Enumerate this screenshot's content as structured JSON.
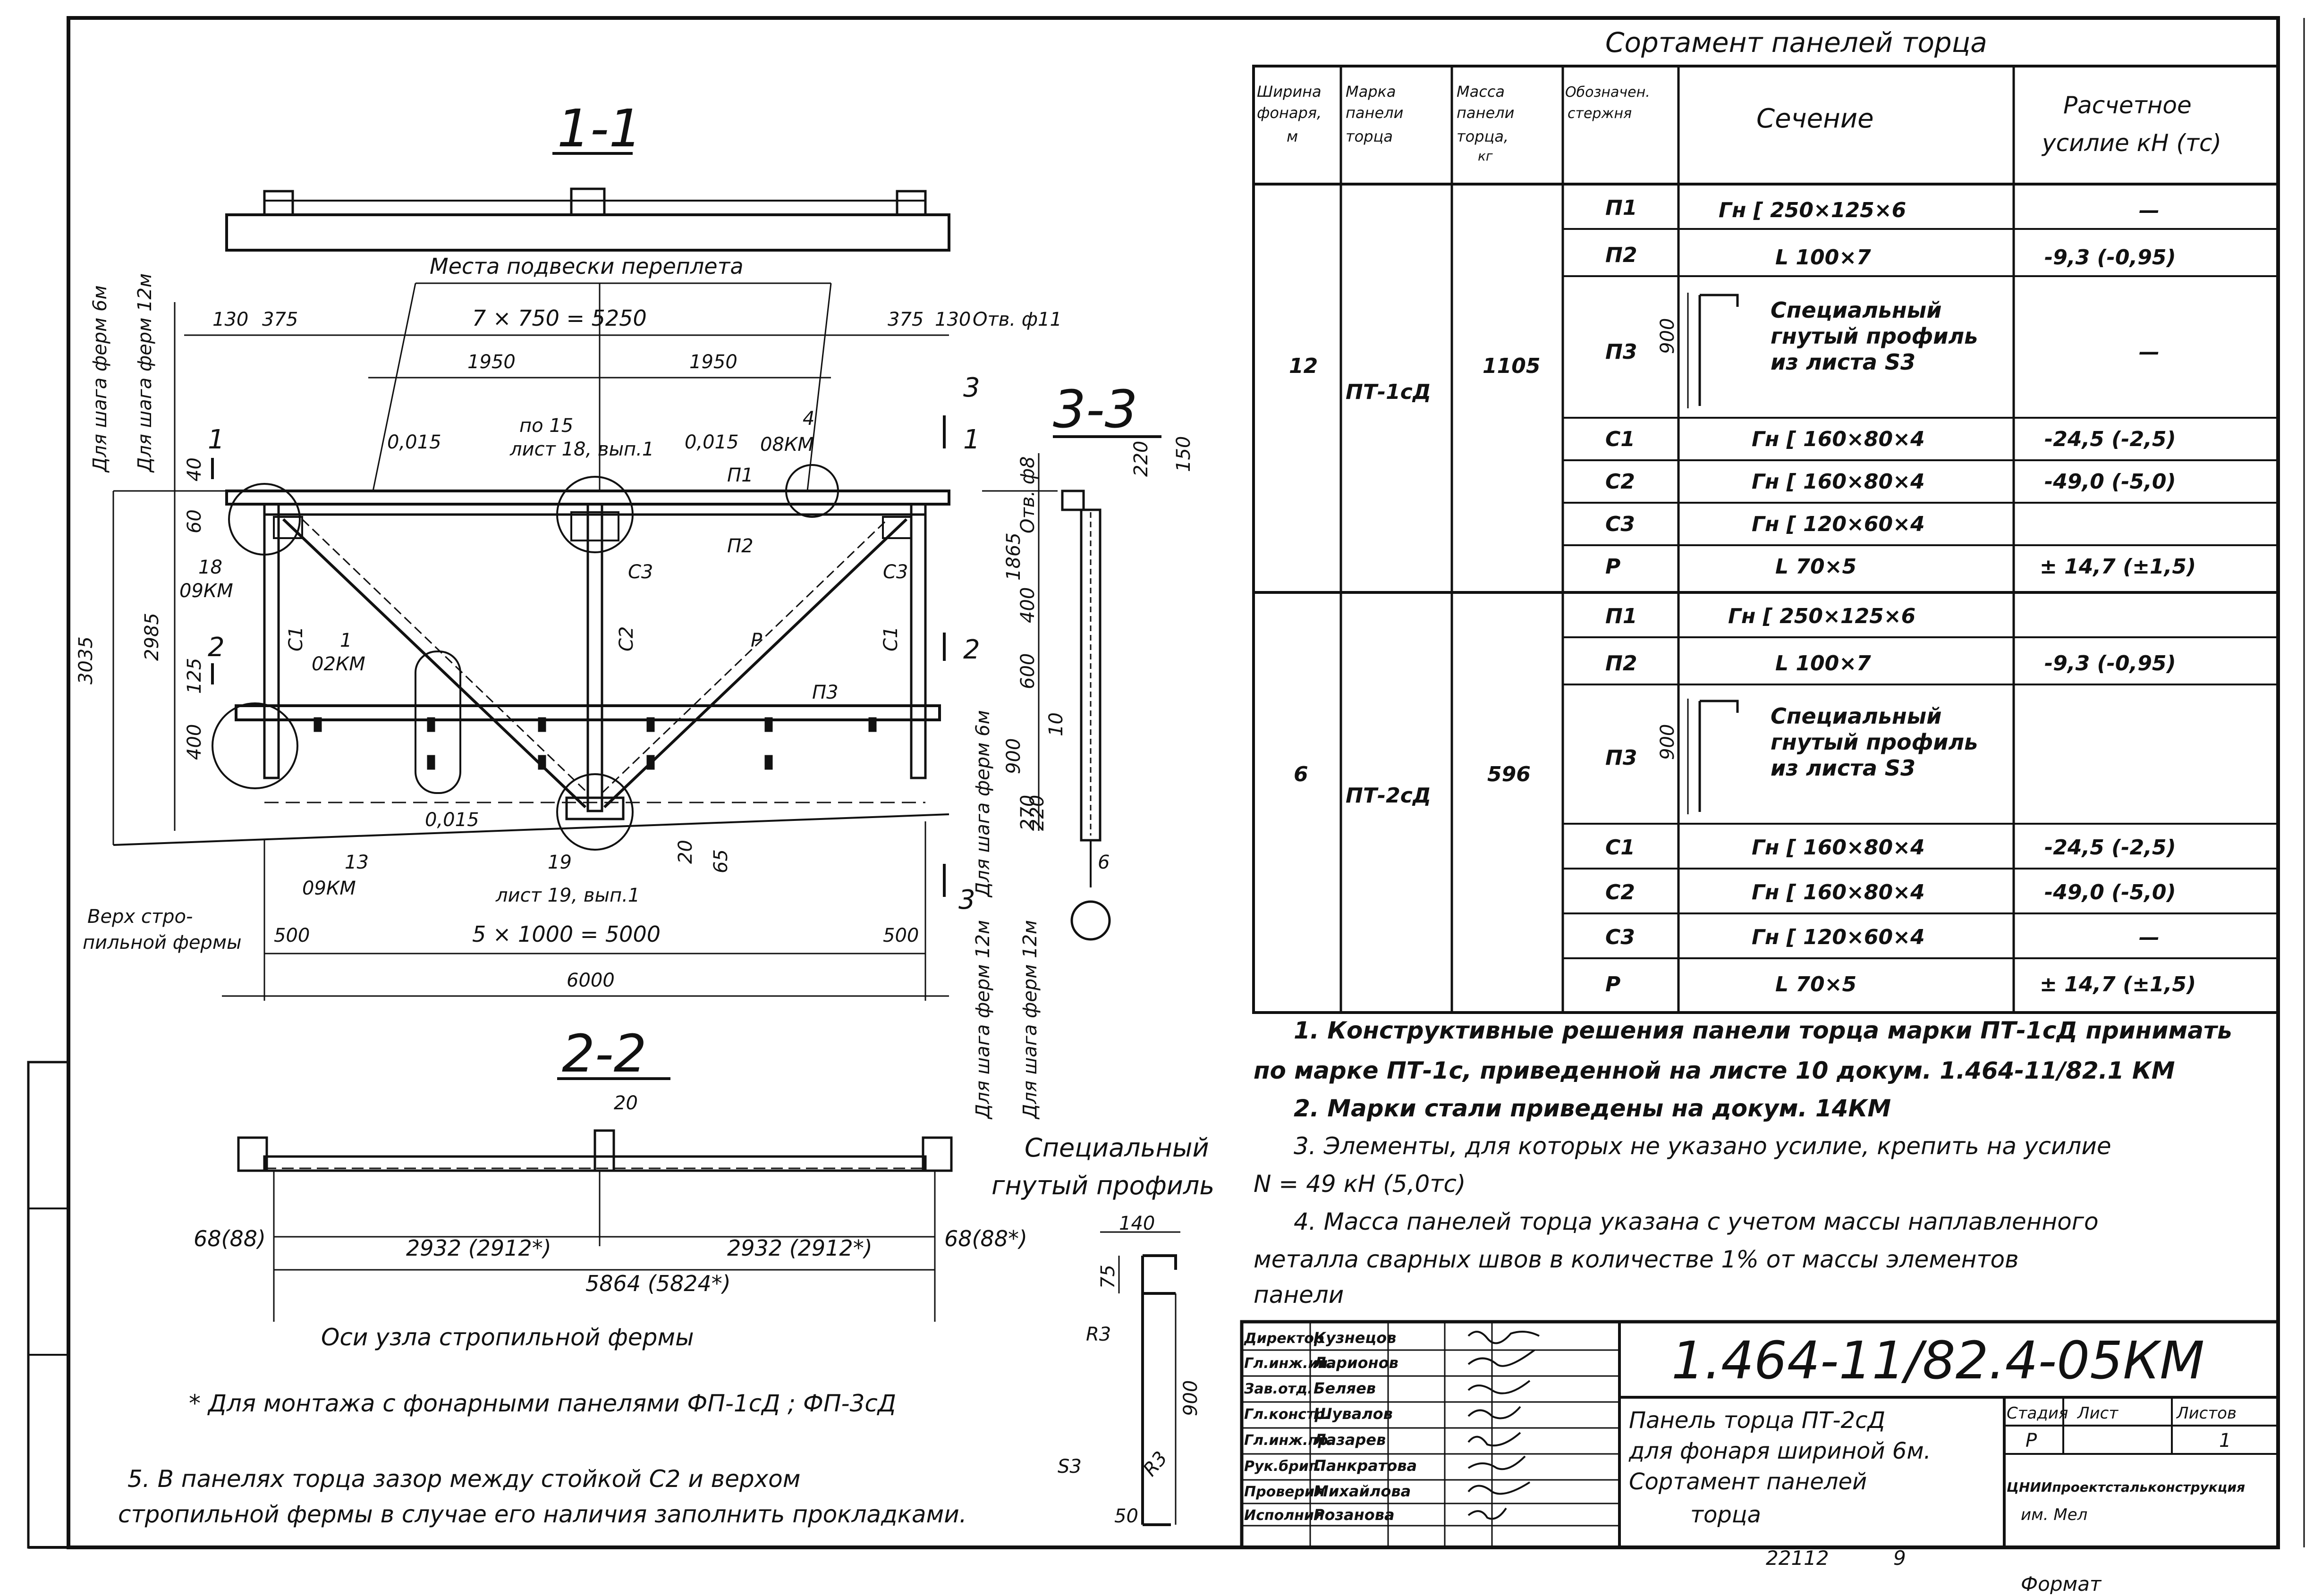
{
  "table": {
    "title": "Сортамент панелей торца",
    "headers": [
      "Ширина фонаря, м",
      "Марка панели торца",
      "Масса панели торца, кг",
      "Обозначен. стержня",
      "Сечение",
      "Расчетное усилие кН (тс)"
    ],
    "groups": [
      {
        "width": "12",
        "mark": "ПТ-1сД",
        "mass": "1105",
        "rows": [
          {
            "rod": "П1",
            "section": "Гн [ 250×125×6",
            "force": "—"
          },
          {
            "rod": "П2",
            "section": "L 100×7",
            "force": "-9,3 (-0,95)"
          },
          {
            "rod": "П3",
            "section": "Специальный гнутый профиль из листа S3",
            "force": "—"
          },
          {
            "rod": "С1",
            "section": "Гн [ 160×80×4",
            "force": "-24,5 (-2,5)"
          },
          {
            "rod": "С2",
            "section": "Гн [ 160×80×4",
            "force": "-49,0 (-5,0)"
          },
          {
            "rod": "С3",
            "section": "Гн [ 120×60×4",
            "force": ""
          },
          {
            "rod": "Р",
            "section": "L 70×5",
            "force": "± 14,7 (±1,5)"
          }
        ]
      },
      {
        "width": "6",
        "mark": "ПТ-2сД",
        "mass": "596",
        "rows": [
          {
            "rod": "П1",
            "section": "Гн [ 250×125×6",
            "force": ""
          },
          {
            "rod": "П2",
            "section": "L 100×7",
            "force": "-9,3 (-0,95)"
          },
          {
            "rod": "П3",
            "section": "Специальный гнутый профиль из листа S3",
            "force": ""
          },
          {
            "rod": "С1",
            "section": "Гн [ 160×80×4",
            "force": "-24,5 (-2,5)"
          },
          {
            "rod": "С2",
            "section": "Гн [ 160×80×4",
            "force": "-49,0 (-5,0)"
          },
          {
            "rod": "С3",
            "section": "Гн [ 120×60×4",
            "force": "—"
          },
          {
            "rod": "Р",
            "section": "L 70×5",
            "force": "± 14,7 (±1,5)"
          }
        ]
      }
    ],
    "profile_dim": "900"
  },
  "sections": {
    "s11": "1-1",
    "s22": "2-2",
    "s33": "3-3"
  },
  "labels": {
    "podveska": "Места подвески переплета",
    "dim_top": "7 × 750 = 5250",
    "d130": "130",
    "d375": "375",
    "otv11": "Отв. ф11",
    "d1950a": "1950",
    "d1950b": "1950",
    "po15": "по 15",
    "list18": "лист 18, вып.1",
    "slope": "0,015",
    "n4": "4",
    "km08": "08КМ",
    "n18": "18",
    "km09": "09КМ",
    "n1": "1",
    "km02": "02КМ",
    "n13": "13",
    "km09b": "09КМ",
    "n19": "19",
    "list19": "лист 19, вып.1",
    "P1": "П1",
    "P2": "П2",
    "P3": "П3",
    "C1": "С1",
    "C2": "С2",
    "C3": "С3",
    "R": "Р",
    "dim_bot": "5 × 1000 = 5000",
    "d500": "500",
    "d6000": "6000",
    "verh": "Верх стро-",
    "verh2": "пильной фермы",
    "v3035": "3035",
    "v2985": "2985",
    "v40": "40",
    "v60": "60",
    "v125": "125",
    "v400": "400",
    "v220": "220",
    "v150": "150",
    "v1865": "1865",
    "v600": "600",
    "v900": "900",
    "v270": "270",
    "v20": "20",
    "v65": "65",
    "otv8": "Отв. ф8",
    "shag6": "Для шага ферм 6м",
    "shag12": "Для шага ферм 12м",
    "n6": "6",
    "d10": "10",
    "spec": "Специальный",
    "spec2": "гнутый профиль",
    "d20": "20",
    "d68": "68(88)",
    "d68r": "68(88*)",
    "d2932a": "2932 (2912*)",
    "d2932b": "2932 (2912*)",
    "d5864": "5864 (5824*)",
    "osi": "Оси узла стропильной фермы",
    "star": "* Для монтажа с фонарными панелями ФП-1сД ; ФП-3сД",
    "p140": "140",
    "p75": "75",
    "pR3": "R3",
    "p900": "900",
    "pS3": "S3",
    "p50": "50",
    "pR3b": "R3"
  },
  "notes": [
    "1. Конструктивные решения панели торца марки ПТ-1сД принимать",
    "по марке ПТ-1с, приведенной на листе 10 докум. 1.464-11/82.1 КМ",
    "2. Марки стали приведены на докум. 14КМ",
    "3. Элементы, для которых не указано усилие, крепить на усилие",
    "N = 49 кН (5,0тс)",
    "4. Масса панелей торца указана с учетом массы наплавленного",
    "металла сварных швов в количестве 1% от массы элементов",
    "панели"
  ],
  "note5": [
    "5. В панелях торца зазор между стойкой С2 и верхом",
    "стропильной фермы в случае его наличия заполнить прокладками."
  ],
  "stamp": {
    "code": "1.464-11/82.4-05КМ",
    "roles": [
      "Директор",
      "Гл.инж.ин.",
      "Зав.отд.",
      "Гл.констр.",
      "Гл.инж.пр.",
      "Рук.бриг.",
      "Проверил",
      "Исполнил"
    ],
    "names": [
      "Кузнецов",
      "Ларионов",
      "Беляев",
      "Шувалов",
      "Лазарев",
      "Панкратова",
      "Михайлова",
      "Розанова"
    ],
    "title": [
      "Панель торца ПТ-2сД",
      "для фонаря шириной 6м.",
      "Сортамент панелей",
      "торца"
    ],
    "stage_h": "Стадия",
    "sheet_h": "Лист",
    "sheets_h": "Листов",
    "stage": "Р",
    "sheet": "",
    "sheets": "1",
    "org": "ЦНИИпроектстальконструкция",
    "org2": "им. Мел",
    "bottom_num": "22112",
    "bottom_page": "9",
    "format": "Формат"
  }
}
